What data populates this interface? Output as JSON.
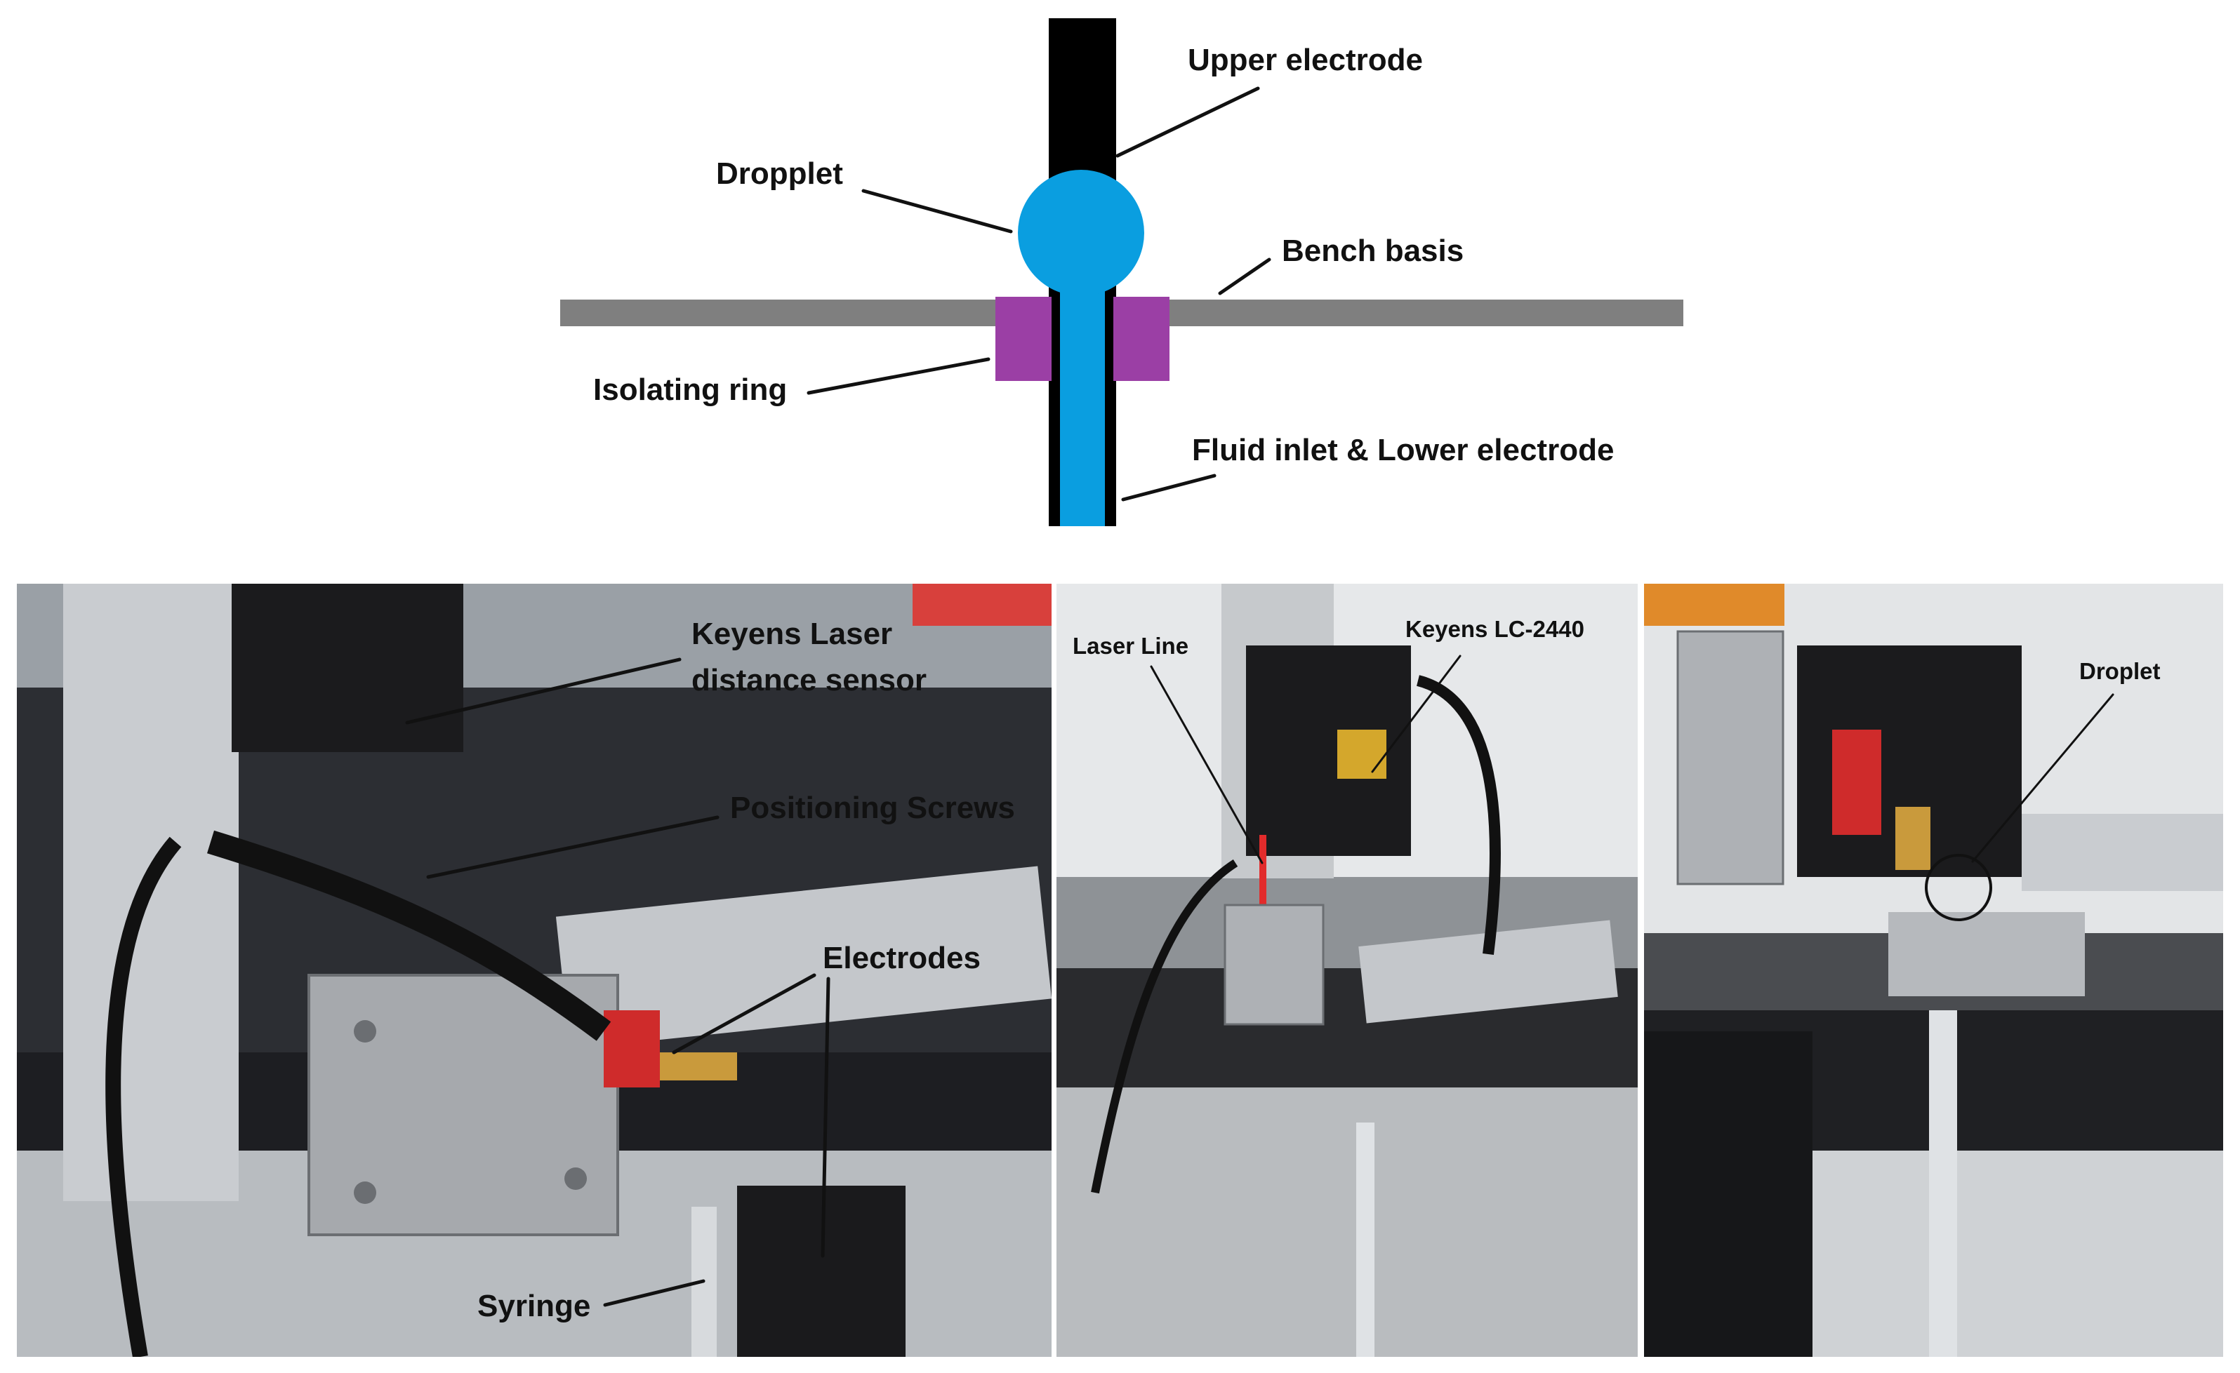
{
  "schematic": {
    "labels": {
      "upper_electrode": "Upper electrode",
      "dropplet": "Dropplet",
      "bench_basis": "Bench basis",
      "isolating_ring": "Isolating ring",
      "fluid_inlet": "Fluid inlet & Lower electrode"
    },
    "colors": {
      "electrode": "#000000",
      "droplet": "#0a9ee0",
      "bench": "#7f7f7f",
      "ring": "#9b3fa5"
    }
  },
  "photos": {
    "left": {
      "labels": {
        "laser_sensor_line1": "Keyens Laser",
        "laser_sensor_line2": "distance sensor",
        "positioning_screws": "Positioning Screws",
        "electrodes": "Electrodes",
        "syringe": "Syringe"
      }
    },
    "middle": {
      "labels": {
        "laser_line": "Laser Line",
        "keyens_model": "Keyens LC-2440"
      }
    },
    "right": {
      "labels": {
        "droplet": "Droplet"
      }
    }
  }
}
